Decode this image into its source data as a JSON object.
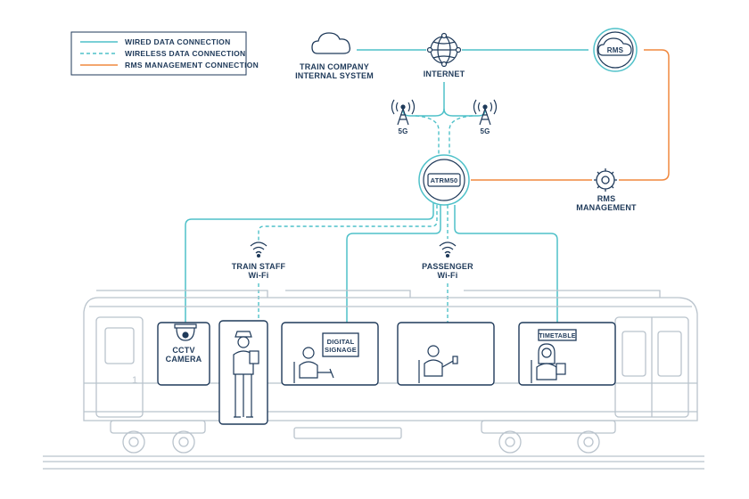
{
  "legend": {
    "wired": "WIRED DATA CONNECTION",
    "wireless": "WIRELESS DATA CONNECTION",
    "rms": "RMS MANAGEMENT CONNECTION"
  },
  "nodes": {
    "train_company": [
      "TRAIN COMPANY",
      "INTERNAL SYSTEM"
    ],
    "internet": "INTERNET",
    "rms": "RMS",
    "fiveg_left": "5G",
    "fiveg_right": "5G",
    "router": "ATRM50",
    "rms_management": [
      "RMS",
      "MANAGEMENT"
    ]
  },
  "devices": {
    "staff_wifi": [
      "TRAIN STAFF",
      "Wi-Fi"
    ],
    "passenger_wifi": [
      "PASSENGER",
      "Wi-Fi"
    ],
    "cctv": [
      "CCTV",
      "CAMERA"
    ],
    "signage": [
      "DIGITAL",
      "SIGNAGE"
    ],
    "timetable": "TIMETABLE"
  },
  "train": {
    "door_number": "1"
  },
  "colors": {
    "wired": "#4fc1c9",
    "rms": "#f0883e",
    "outline": "#1f3a5a",
    "train": "#b9c3cc"
  }
}
